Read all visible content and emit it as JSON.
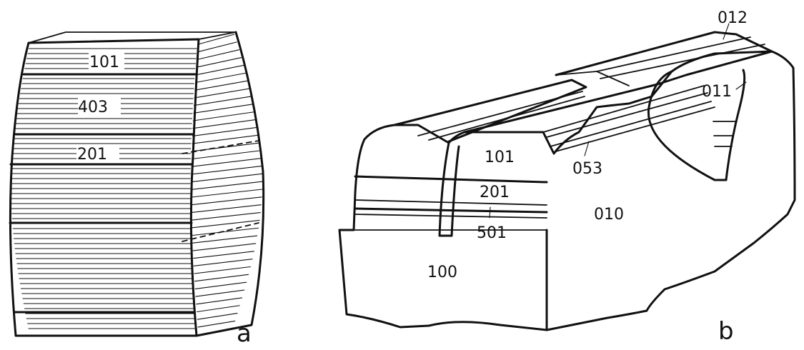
{
  "figure_a": {
    "faces": [
      {
        "id": "f101",
        "label": "101"
      },
      {
        "id": "f403",
        "label": "403"
      },
      {
        "id": "f201",
        "label": "201"
      }
    ],
    "tag": "a"
  },
  "figure_b": {
    "faces": [
      {
        "id": "f012",
        "label": "012"
      },
      {
        "id": "f011",
        "label": "011"
      },
      {
        "id": "f101",
        "label": "101"
      },
      {
        "id": "f053",
        "label": "053"
      },
      {
        "id": "f201",
        "label": "201"
      },
      {
        "id": "f501",
        "label": "501"
      },
      {
        "id": "f010",
        "label": "010"
      },
      {
        "id": "f100",
        "label": "100"
      }
    ],
    "tag": "b"
  },
  "colors": {
    "ink": "#111111",
    "paper": "#ffffff"
  }
}
